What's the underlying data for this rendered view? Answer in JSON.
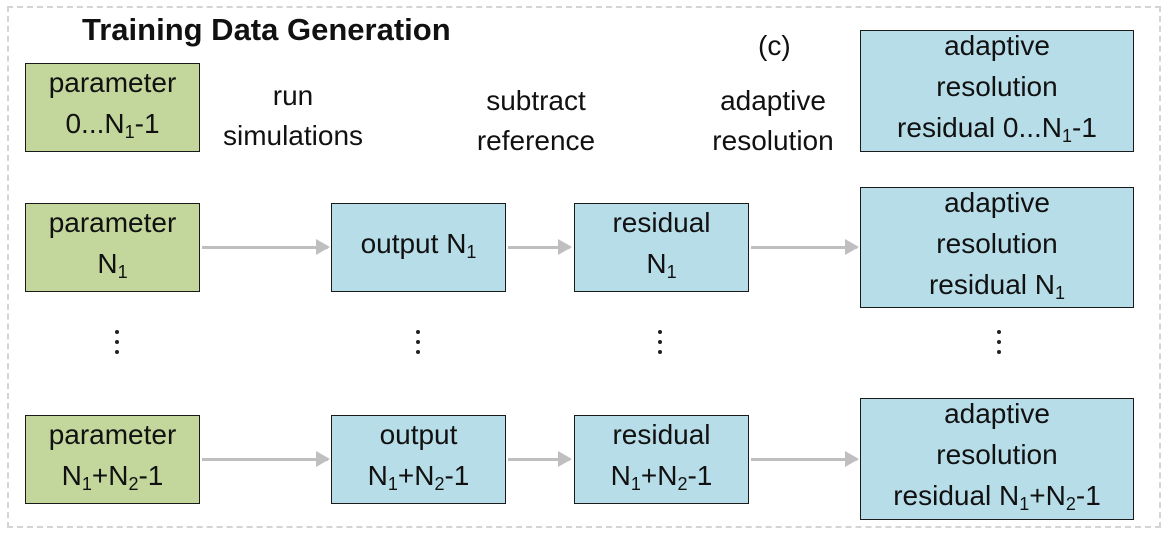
{
  "title": "Training Data Generation",
  "panel_label": "(c)",
  "steps": {
    "run_simulations": [
      "run",
      "simulations"
    ],
    "subtract_reference": [
      "subtract",
      "reference"
    ],
    "adaptive_resolution": [
      "adaptive",
      "resolution"
    ]
  },
  "rows": {
    "first": {
      "param": [
        "parameter",
        "0...N",
        "1",
        "-1"
      ],
      "adaptive": [
        "adaptive",
        "resolution",
        "residual 0...N",
        "1",
        "-1"
      ]
    },
    "second": {
      "param": [
        "parameter",
        "N",
        "1"
      ],
      "output": [
        "output N",
        "1"
      ],
      "residual": [
        "residual",
        "N",
        "1"
      ],
      "adaptive": [
        "adaptive",
        "resolution",
        "residual N",
        "1"
      ]
    },
    "last": {
      "param": [
        "parameter",
        "N",
        "1",
        "+N",
        "2",
        "-1"
      ],
      "output": [
        "output",
        "N",
        "1",
        "+N",
        "2",
        "-1"
      ],
      "residual": [
        "residual",
        "N",
        "1",
        "+N",
        "2",
        "-1"
      ],
      "adaptive": [
        "adaptive",
        "resolution",
        "residual N",
        "1",
        "+N",
        "2",
        "-1"
      ]
    }
  },
  "colors": {
    "parameter_box": "#c3d69b",
    "process_box": "#b7dde8",
    "arrow": "#bfbfbf"
  }
}
